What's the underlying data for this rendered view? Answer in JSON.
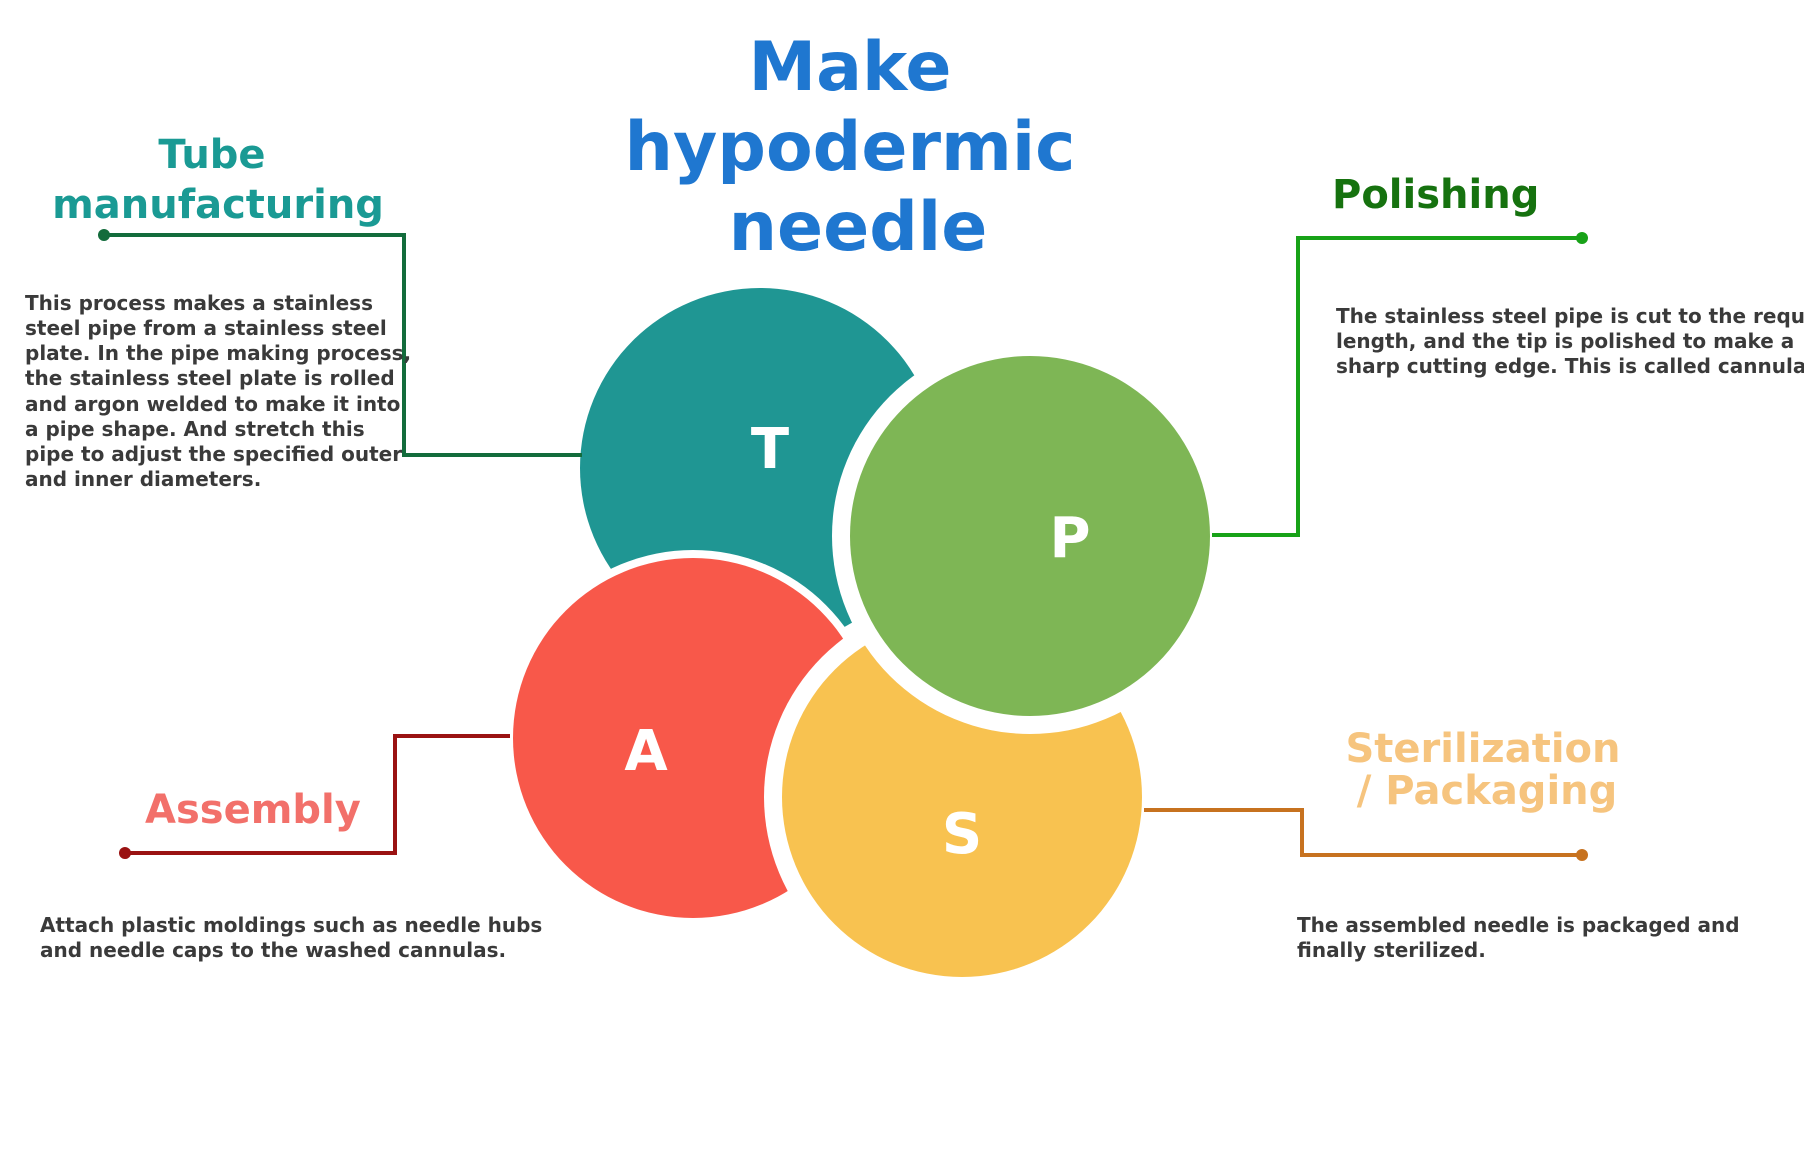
{
  "title": {
    "line1": "Make",
    "line2": "hypodermic",
    "line3": "needle",
    "color": "#1f77d0"
  },
  "steps": {
    "tube": {
      "letter": "T",
      "heading_line1": "Tube",
      "heading_line2": "manufacturing",
      "heading_color": "#1a9a94",
      "circle_color": "#1f9693",
      "connector_color": "#136c3c",
      "description": [
        "This process makes a stainless",
        "steel pipe from a stainless steel",
        "plate. In the pipe making process,",
        "the stainless steel plate is rolled",
        "and argon welded to make it into",
        "a pipe shape. And stretch this",
        "pipe to adjust the specified outer",
        "and inner diameters."
      ]
    },
    "polishing": {
      "letter": "P",
      "heading": "Polishing",
      "heading_color": "#16720f",
      "circle_color": "#7eb655",
      "connector_color": "#18a218",
      "description": [
        "The stainless steel pipe is cut to the required",
        "length, and the tip is polished to make a",
        "sharp cutting edge. This is called cannula."
      ]
    },
    "assembly": {
      "letter": "A",
      "heading": "Assembly",
      "heading_color": "#f2706a",
      "circle_color": "#f8584a",
      "connector_color": "#9a1212",
      "description": [
        "Attach plastic moldings such as needle hubs",
        "and needle caps to the washed cannulas."
      ]
    },
    "sterilization": {
      "letter": "S",
      "heading_line1": "Sterilization",
      "heading_line2": "/ Packaging",
      "heading_color": "#f6c47e",
      "circle_color": "#f8c250",
      "connector_color": "#c7721f",
      "description": [
        "The assembled needle is packaged and",
        "finally sterilized."
      ]
    }
  }
}
